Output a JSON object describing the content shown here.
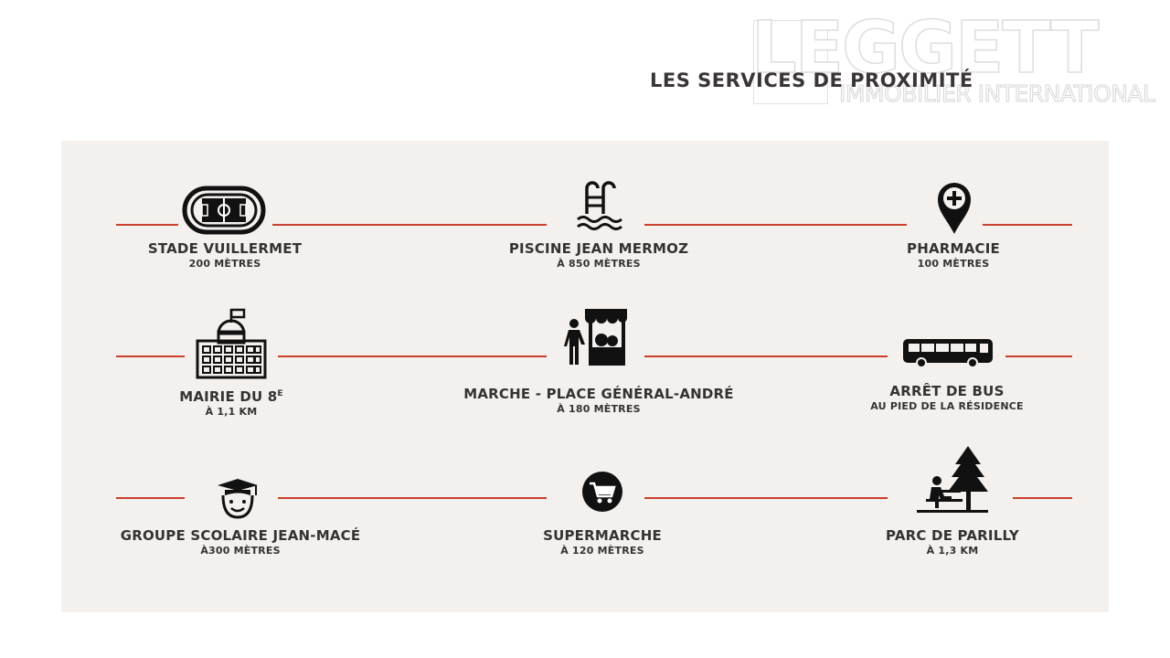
{
  "page": {
    "title": "LES SERVICES DE PROXIMITÉ"
  },
  "watermark": {
    "logo": "LEGGETT",
    "subtitle": "IMMOBILIER INTERNATIONAL"
  },
  "colors": {
    "panel": "#f3f0ee",
    "line": "#c9412d",
    "icon": "#111111",
    "text": "#363233"
  },
  "services": [
    {
      "icon": "stadium-icon",
      "name": "STADE VUILLERMET",
      "distance": "200 MÈTRES"
    },
    {
      "icon": "pool-ladder-icon",
      "name": "PISCINE JEAN MERMOZ",
      "distance": "À 850 MÈTRES"
    },
    {
      "icon": "pharmacy-pin-icon",
      "name": "PHARMACIE",
      "distance": "100 MÈTRES"
    },
    {
      "icon": "town-hall-icon",
      "name": "MAIRIE DU 8",
      "name_sup": "E",
      "distance": "À 1,1 KM"
    },
    {
      "icon": "market-stall-icon",
      "name": "MARCHE - PLACE GÉNÉRAL-ANDRÉ",
      "distance": "À 180 MÈTRES"
    },
    {
      "icon": "bus-icon",
      "name": "ARRÊT DE BUS",
      "distance": "AU PIED DE LA RÉSIDENCE"
    },
    {
      "icon": "graduate-icon",
      "name": "GROUPE SCOLAIRE JEAN-MACÉ",
      "distance": "À300 MÈTRES"
    },
    {
      "icon": "shopping-cart-icon",
      "name": "SUPERMARCHE",
      "distance": "À 120 MÈTRES"
    },
    {
      "icon": "park-tree-icon",
      "name": "PARC DE PARILLY",
      "distance": "À 1,3 KM"
    }
  ]
}
